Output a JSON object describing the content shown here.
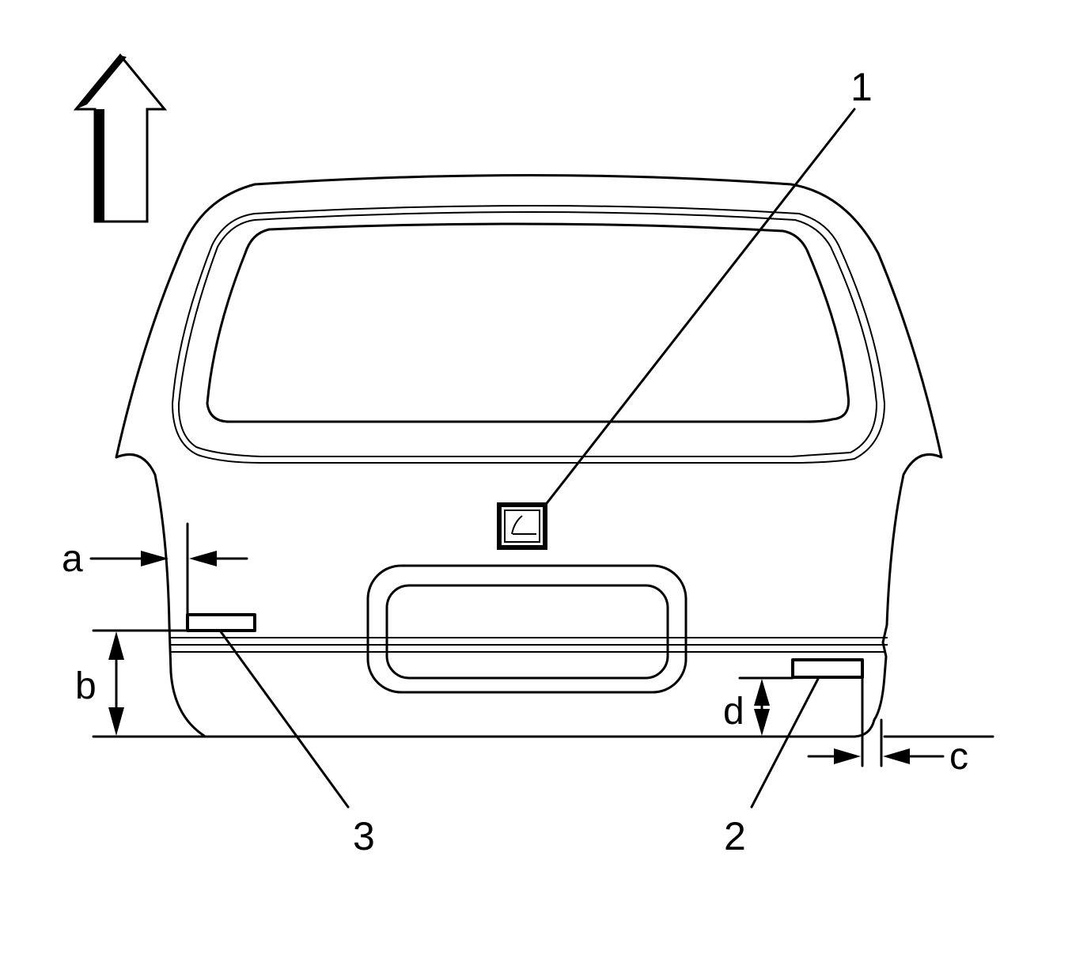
{
  "callouts": {
    "item_1": "1",
    "item_2": "2",
    "item_3": "3"
  },
  "dimensions": {
    "a": "a",
    "b": "b",
    "c": "c",
    "d": "d"
  },
  "icons": {
    "direction_arrow": "up-arrow-icon",
    "badge": "emblem-icon"
  },
  "colors": {
    "line": "#000000",
    "background": "#ffffff"
  }
}
